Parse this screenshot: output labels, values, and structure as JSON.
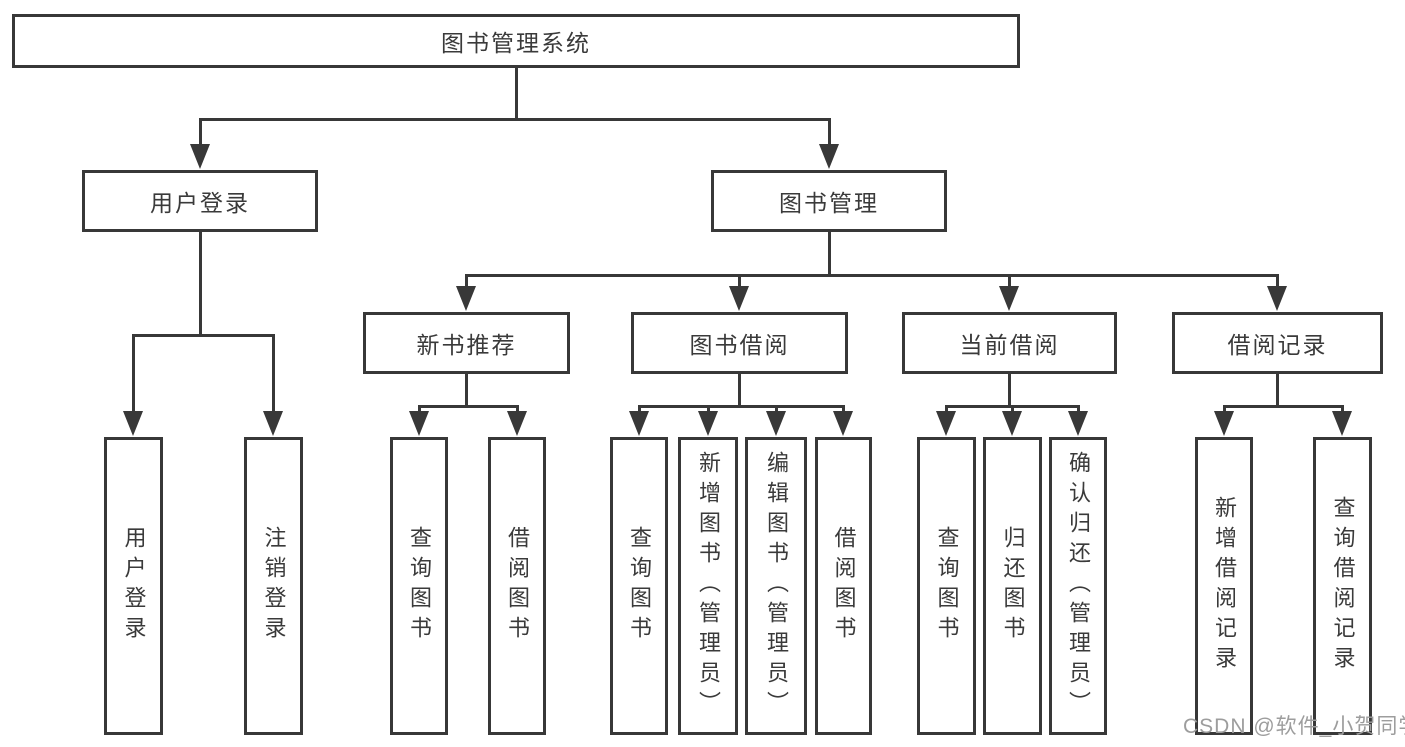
{
  "tree": {
    "root": {
      "label": "图书管理系统",
      "children": [
        {
          "label": "用户登录",
          "children": [
            {
              "label": "用户登录"
            },
            {
              "label": "注销登录"
            }
          ]
        },
        {
          "label": "图书管理",
          "children": [
            {
              "label": "新书推荐",
              "children": [
                {
                  "label": "查询图书"
                },
                {
                  "label": "借阅图书"
                }
              ]
            },
            {
              "label": "图书借阅",
              "children": [
                {
                  "label": "查询图书"
                },
                {
                  "label": "新增图书（管理员）"
                },
                {
                  "label": "编辑图书（管理员）"
                },
                {
                  "label": "借阅图书"
                }
              ]
            },
            {
              "label": "当前借阅",
              "children": [
                {
                  "label": "查询图书"
                },
                {
                  "label": "归还图书"
                },
                {
                  "label": "确认归还（管理员）"
                }
              ]
            },
            {
              "label": "借阅记录",
              "children": [
                {
                  "label": "新增借阅记录"
                },
                {
                  "label": "查询借阅记录"
                }
              ]
            }
          ]
        }
      ]
    }
  },
  "watermark": {
    "text": "CSDN @软件_小贺同学"
  },
  "colors": {
    "line": "#383838",
    "text": "#3a3a3a",
    "background": "#ffffff",
    "watermark": "#9d9d9d"
  }
}
